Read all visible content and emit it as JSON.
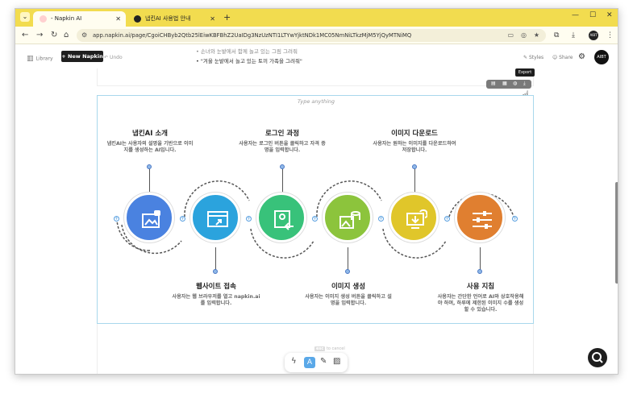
{
  "browser": {
    "tabs": [
      {
        "title": "- Napkin AI",
        "active": true
      },
      {
        "title": "냅킨AI 사용법 안내",
        "active": false
      }
    ],
    "url": "app.napkin.ai/page/CgoiCHByb2Qtb25lEiwKBFBhZ2UaIDg3NzUzNTI1LTYwYjktNDk1MC05NmNiLTkzMjM5YjQyMTNiMQ",
    "profile": "AIBT"
  },
  "app": {
    "library_label": "Library",
    "new_napkin_label": "+ New Napkin",
    "undo_label": "Undo",
    "styles_label": "Styles",
    "share_label": "Share",
    "profile": "AIBT",
    "bullets": [
      "손녀와 눈밭에서 함께 놀고 있는 그림 그려줘",
      "\"겨울 눈밭에서 놀고 있는 토끼 가족을 그려줘\""
    ],
    "export_tooltip": "Export",
    "type_anything": "Type anything",
    "esc_key": "esc",
    "esc_label": "to cancel"
  },
  "diagram": {
    "steps": [
      {
        "title": "냅킨AI 소개",
        "desc": "냅킨AI는 사용자의 설명을 기반으로 이미지를 생성하는 AI입니다.",
        "color": "#4a82e0",
        "icon": "image-icon"
      },
      {
        "title": "웹사이트 접속",
        "desc": "사용자는 웹 브라우저를 열고 napkin.ai를 입력합니다.",
        "color": "#2ba3dd",
        "icon": "browser-icon"
      },
      {
        "title": "로그인 과정",
        "desc": "사용자는 로그인 버튼을 클릭하고 자격 증명을 입력합니다.",
        "color": "#38c27a",
        "icon": "login-icon"
      },
      {
        "title": "이미지 생성",
        "desc": "사용자는 이미지 생성 버튼을 클릭하고 설명을 입력합니다.",
        "color": "#8cc43c",
        "icon": "generate-icon"
      },
      {
        "title": "이미지 다운로드",
        "desc": "사용자는 원하는 이미지를 다운로드하여 저장합니다.",
        "color": "#e0c62a",
        "icon": "download-icon"
      },
      {
        "title": "사용 지침",
        "desc": "사용자는 간단한 언어로 AI와 상호작용해야 하며, 하루에 제한된 이미지 수를 생성할 수 있습니다.",
        "color": "#e07f30",
        "icon": "sliders-icon"
      }
    ]
  }
}
